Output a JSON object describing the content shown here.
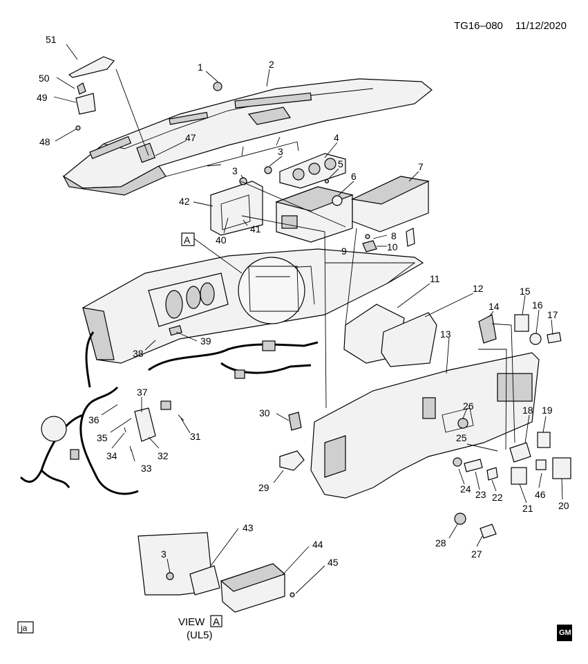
{
  "header": {
    "code": "TG16–080",
    "date": "11/12/2020"
  },
  "view": {
    "label": "VIEW",
    "letter": "A",
    "option": "(UL5)"
  },
  "corner_tag": "ja",
  "inset_tag": "A",
  "logo_text": "GM",
  "callouts": [
    "1",
    "2",
    "3",
    "4",
    "5",
    "6",
    "7",
    "8",
    "9",
    "10",
    "11",
    "12",
    "13",
    "14",
    "15",
    "16",
    "17",
    "18",
    "19",
    "20",
    "21",
    "22",
    "23",
    "24",
    "25",
    "26",
    "27",
    "28",
    "29",
    "30",
    "31",
    "32",
    "33",
    "34",
    "35",
    "36",
    "37",
    "38",
    "39",
    "40",
    "41",
    "42",
    "43",
    "44",
    "45",
    "46",
    "47",
    "48",
    "49",
    "50",
    "51",
    "3",
    "3",
    "3"
  ]
}
